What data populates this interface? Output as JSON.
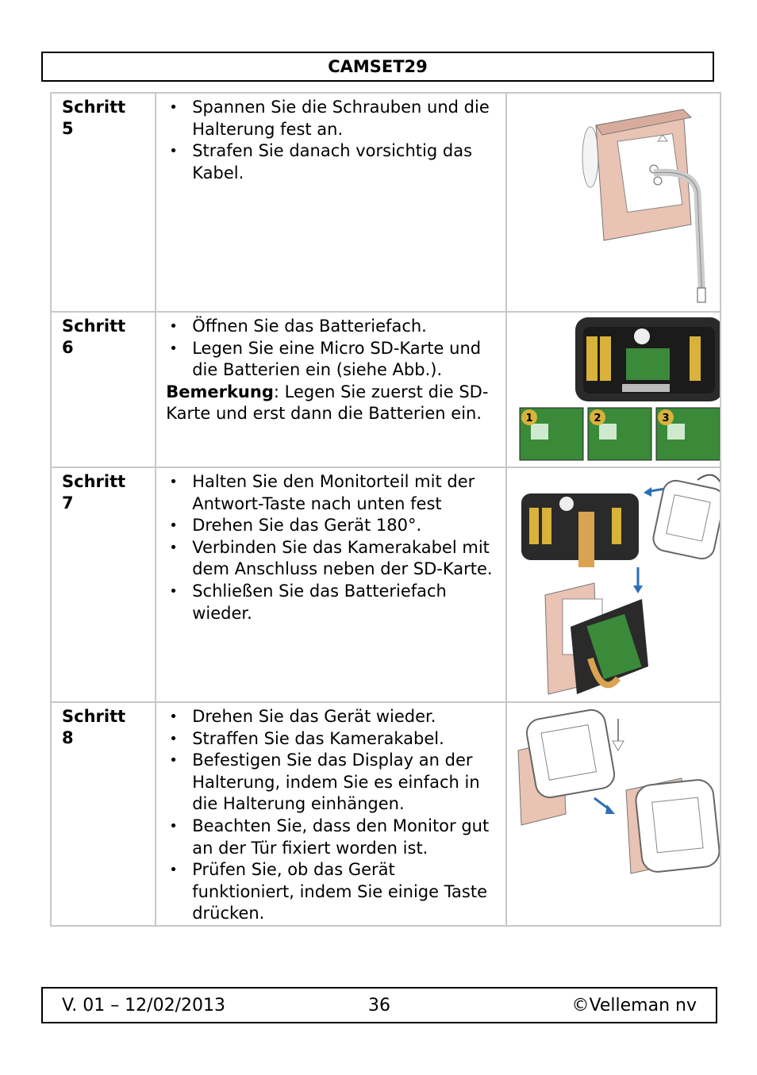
{
  "header": {
    "title": "CAMSET29"
  },
  "steps": [
    {
      "label": "Schritt",
      "number": "5",
      "bullets": [
        "Spannen Sie die Schrauben und die Halterung fest an.",
        "Strafen Sie danach vorsichtig das Kabel."
      ]
    },
    {
      "label": "Schritt",
      "number": "6",
      "bullets": [
        "Öffnen Sie das Batteriefach.",
        "Legen Sie eine Micro SD-Karte und die Batterien ein (siehe Abb.)."
      ],
      "note_label": "Bemerkung",
      "note_text": ": Legen Sie zuerst die SD-Karte und erst dann die Batterien ein.",
      "image_labels": [
        "1",
        "2",
        "3"
      ]
    },
    {
      "label": "Schritt",
      "number": "7",
      "bullets": [
        "Halten Sie den Monitorteil mit der Antwort-Taste nach unten fest",
        "Drehen Sie das Gerät 180°.",
        "Verbinden Sie das Kamerakabel mit dem Anschluss neben der SD-Karte.",
        "Schließen Sie das Batteriefach wieder."
      ]
    },
    {
      "label": "Schritt",
      "number": "8",
      "bullets": [
        "Drehen Sie das Gerät wieder.",
        "Straffen Sie das Kamerakabel.",
        "Befestigen Sie das Display an der Halterung, indem Sie es einfach in die Halterung einhängen.",
        "Beachten Sie, dass den Monitor gut an der Tür fixiert worden ist.",
        "Prüfen Sie, ob das Gerät funktioniert, indem Sie einige Taste drücken."
      ]
    }
  ],
  "footer": {
    "version": "V. 01 – 12/02/2013",
    "page": "36",
    "copyright": "©Velleman nv"
  },
  "colors": {
    "door_pink": "#e9c3b3",
    "device_dark": "#2a2a2a",
    "pcb_green": "#3a8a3a",
    "arrow_blue": "#2f6fb5",
    "battery_gold": "#d8b23a"
  }
}
